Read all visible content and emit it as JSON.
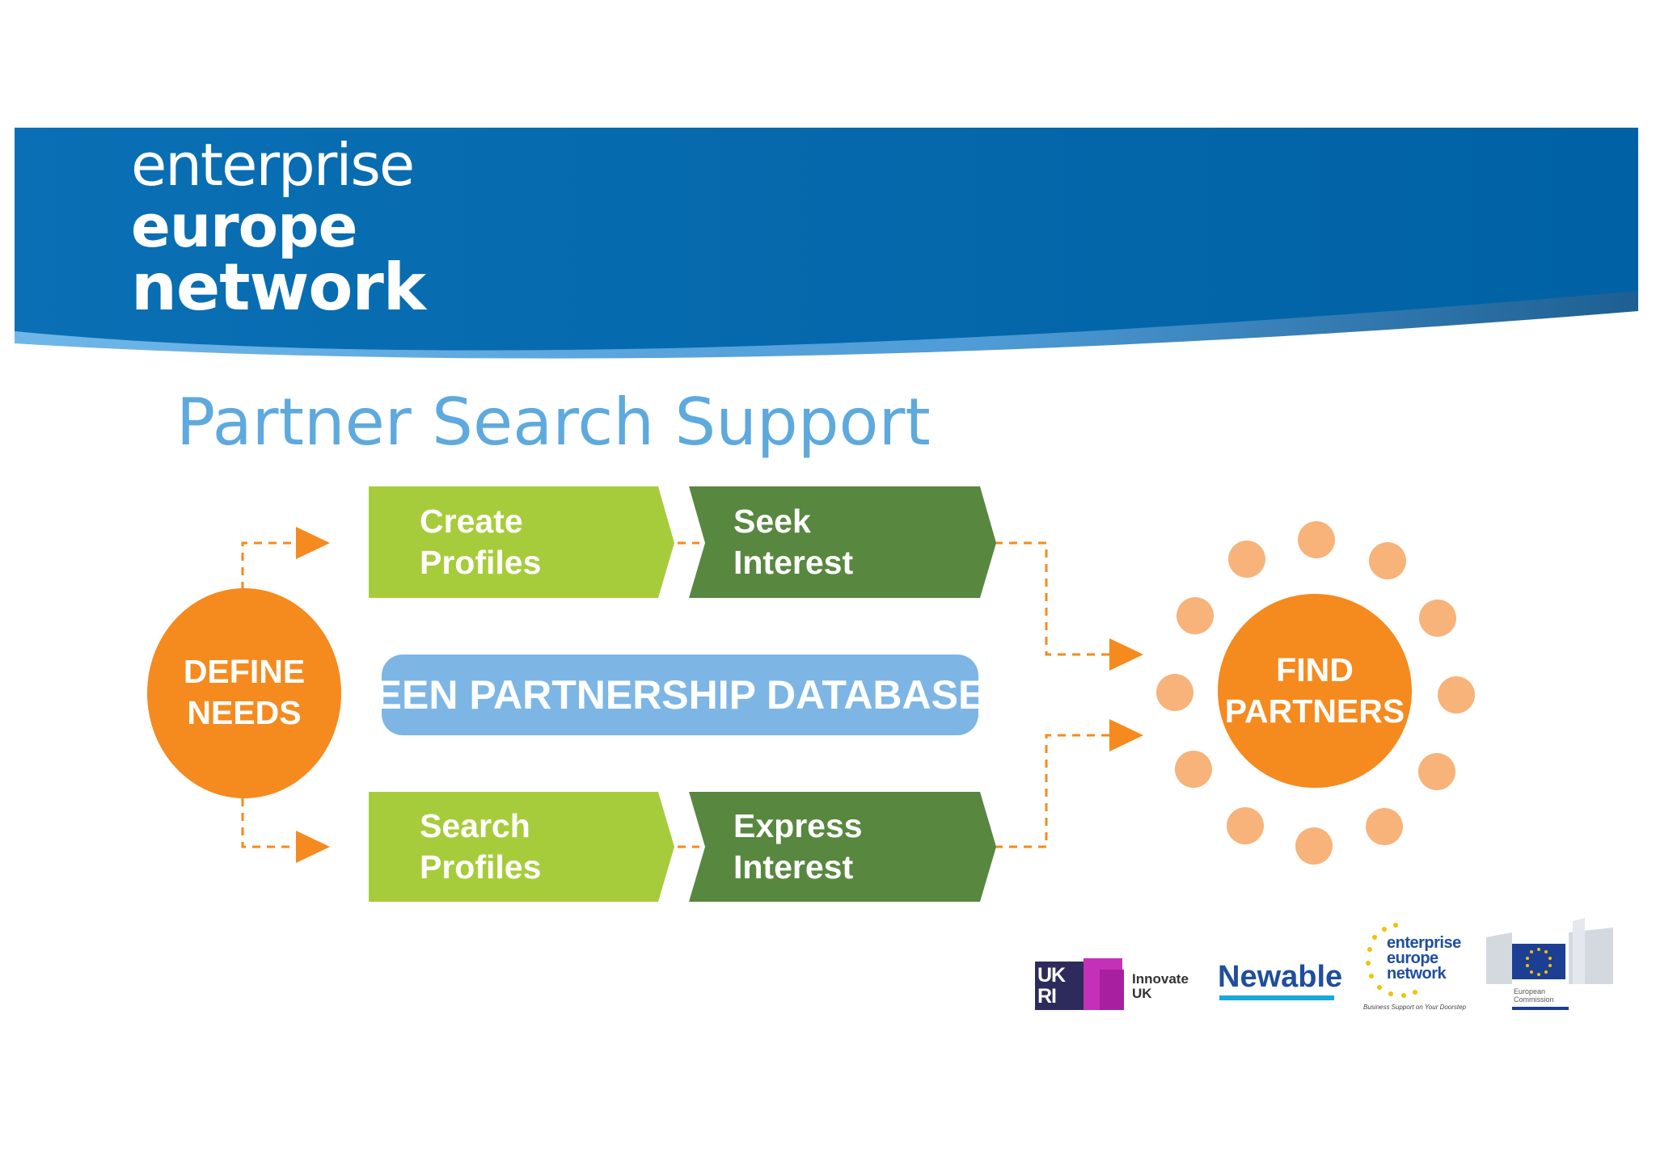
{
  "header": {
    "brand_line1": "enterprise",
    "brand_line2": "europe",
    "brand_line3": "network",
    "band_color": "#006aad"
  },
  "title": "Partner Search Support",
  "diagram": {
    "start_node": {
      "line1": "DEFINE",
      "line2": "NEEDS",
      "color": "#f58a1f"
    },
    "end_node": {
      "line1": "FIND",
      "line2": "PARTNERS",
      "color": "#f58a1f",
      "dot_color": "#f7b37a"
    },
    "center_database": {
      "label": "EEN PARTNERSHIP DATABASE",
      "color": "#7db6e5"
    },
    "top_path": [
      {
        "line1": "Create",
        "line2": "Profiles",
        "color": "#a7cc3b"
      },
      {
        "line1": "Seek",
        "line2": "Interest",
        "color": "#58873f"
      }
    ],
    "bottom_path": [
      {
        "line1": "Search",
        "line2": "Profiles",
        "color": "#a7cc3b"
      },
      {
        "line1": "Express",
        "line2": "Interest",
        "color": "#58873f"
      }
    ],
    "connector_color": "#f58a1f"
  },
  "logos": {
    "ukri": "UK RI",
    "innovate_uk": "Innovate\nUK",
    "newable": "Newable",
    "een_line1": "enterprise",
    "een_line2": "europe",
    "een_line3": "network",
    "een_tagline": "Business Support on Your Doorstep",
    "ec": "European\nCommission"
  }
}
